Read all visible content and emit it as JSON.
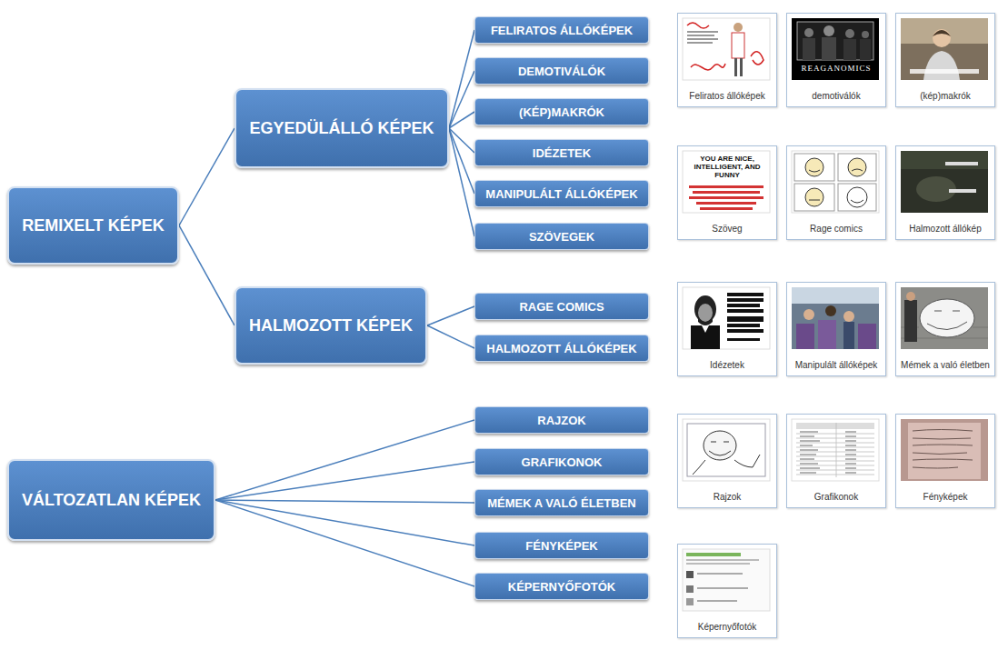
{
  "diagram": {
    "nodes": [
      {
        "text": [
          "REMIXELT KÉPEK"
        ]
      },
      {
        "text": [
          "EGYEDÜLÁLLÓ KÉPEK"
        ]
      },
      {
        "text": [
          "FELIRATOS ÁLLÓKÉPEK"
        ]
      },
      {
        "text": [
          "DEMOTIVÁLÓK"
        ]
      },
      {
        "text": [
          "(KÉP)MAKRÓK"
        ]
      },
      {
        "text": [
          "IDÉZETEK"
        ]
      },
      {
        "text": [
          "MANIPULÁLT ÁLLÓKÉPEK"
        ]
      },
      {
        "text": [
          "SZÖVEGEK"
        ]
      },
      {
        "text": [
          "HALMOZOTT KÉPEK"
        ]
      },
      {
        "text": [
          "RAGE COMICS"
        ]
      },
      {
        "text": [
          "HALMOZOTT ÁLLÓKÉPEK"
        ]
      },
      {
        "text": [
          "VÁLTOZATLAN KÉPEK"
        ]
      },
      {
        "text": [
          "RAJZOK"
        ]
      },
      {
        "text": [
          "GRAFIKONOK"
        ]
      },
      {
        "text": [
          "MÉMEK A VALÓ ÉLETBEN"
        ]
      },
      {
        "text": [
          "FÉNYKÉPEK"
        ]
      },
      {
        "text": [
          "KÉPERNYŐFOTÓK"
        ]
      },
      {
        "text": [
          "Feliratos állóképek"
        ]
      },
      {
        "text": [
          "REAGANOMICS",
          "demotiválók"
        ]
      },
      {
        "text": [
          "(kép)makrók"
        ]
      },
      {
        "text": [
          "YOU ARE NICE, INTELLIGENT, AND FUNNY",
          "Szöveg"
        ]
      },
      {
        "text": [
          "Rage comics"
        ]
      },
      {
        "text": [
          "Halmozott állókép"
        ]
      },
      {
        "text": [
          "Idézetek"
        ]
      },
      {
        "text": [
          "Manipulált állóképek"
        ]
      },
      {
        "text": [
          "Mémek a való életben"
        ]
      },
      {
        "text": [
          "Rajzok"
        ]
      },
      {
        "text": [
          "Grafikonok"
        ]
      },
      {
        "text": [
          "Fényképek"
        ]
      },
      {
        "text": [
          "Képernyőfotók"
        ]
      }
    ],
    "edges": [
      {
        "from": 0,
        "to": 1,
        "arrow": "none"
      },
      {
        "from": 0,
        "to": 8,
        "arrow": "none"
      },
      {
        "from": 1,
        "to": 2,
        "arrow": "none"
      },
      {
        "from": 1,
        "to": 3,
        "arrow": "none"
      },
      {
        "from": 1,
        "to": 4,
        "arrow": "none"
      },
      {
        "from": 1,
        "to": 5,
        "arrow": "none"
      },
      {
        "from": 1,
        "to": 6,
        "arrow": "none"
      },
      {
        "from": 1,
        "to": 7,
        "arrow": "none"
      },
      {
        "from": 8,
        "to": 9,
        "arrow": "none"
      },
      {
        "from": 8,
        "to": 10,
        "arrow": "none"
      },
      {
        "from": 11,
        "to": 12,
        "arrow": "none"
      },
      {
        "from": 11,
        "to": 13,
        "arrow": "none"
      },
      {
        "from": 11,
        "to": 14,
        "arrow": "none"
      },
      {
        "from": 11,
        "to": 15,
        "arrow": "none"
      },
      {
        "from": 11,
        "to": 16,
        "arrow": "none"
      }
    ]
  }
}
